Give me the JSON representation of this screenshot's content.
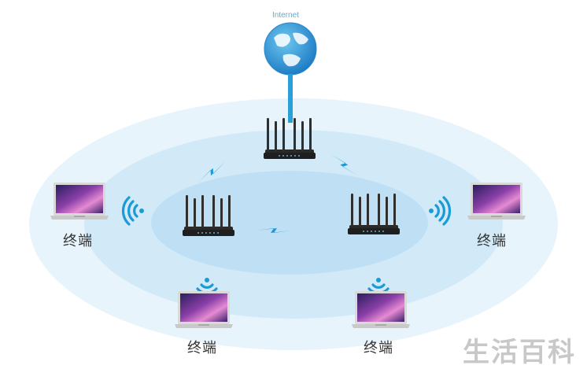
{
  "internet": {
    "label": "Internet"
  },
  "terminals": [
    {
      "label": "终端"
    },
    {
      "label": "终端"
    },
    {
      "label": "终端"
    },
    {
      "label": "终端"
    }
  ],
  "watermark": "生活百科",
  "colors": {
    "outer_ellipse": "#e6f3fb",
    "middle_ellipse": "#cfe8f7",
    "inner_ellipse": "#b9ddf3",
    "signal": "#1a9bd7",
    "router": "#2a2a2a",
    "uplink": "#2aa0d8"
  },
  "icons": {
    "globe": "globe-icon",
    "router": "router-icon",
    "laptop": "laptop-icon",
    "wifi": "wifi-signal-icon",
    "link": "wireless-link-icon"
  }
}
